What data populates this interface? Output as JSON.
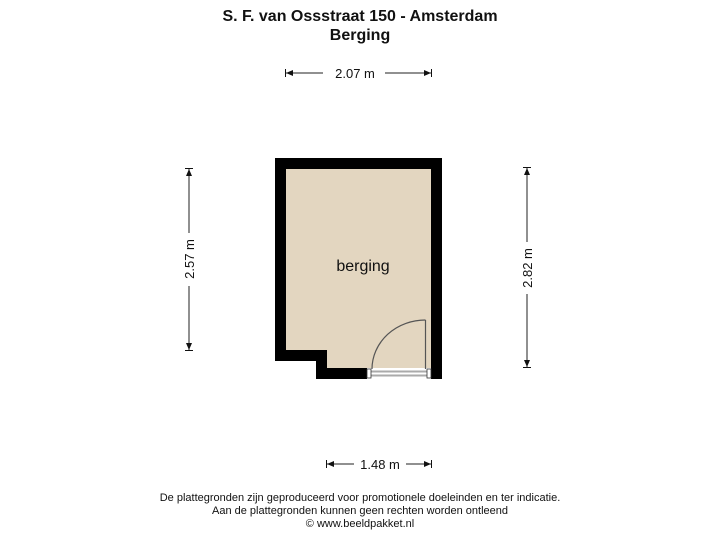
{
  "header": {
    "title": "S. F. van Ossstraat 150 - Amsterdam",
    "subtitle": "Berging"
  },
  "plan": {
    "room_label": "berging",
    "floor_color": "#e3d6c0",
    "wall_color": "#000000",
    "dimension_color": "#222222",
    "dimensions": {
      "top": "2.07 m",
      "left": "2.57 m",
      "right": "2.82 m",
      "bottom": "1.48 m"
    }
  },
  "footer": {
    "line1": "De plattegronden zijn geproduceerd voor promotionele doeleinden en ter indicatie.",
    "line2": "Aan de plattegronden kunnen geen rechten worden ontleend",
    "line3": "© www.beeldpakket.nl"
  }
}
